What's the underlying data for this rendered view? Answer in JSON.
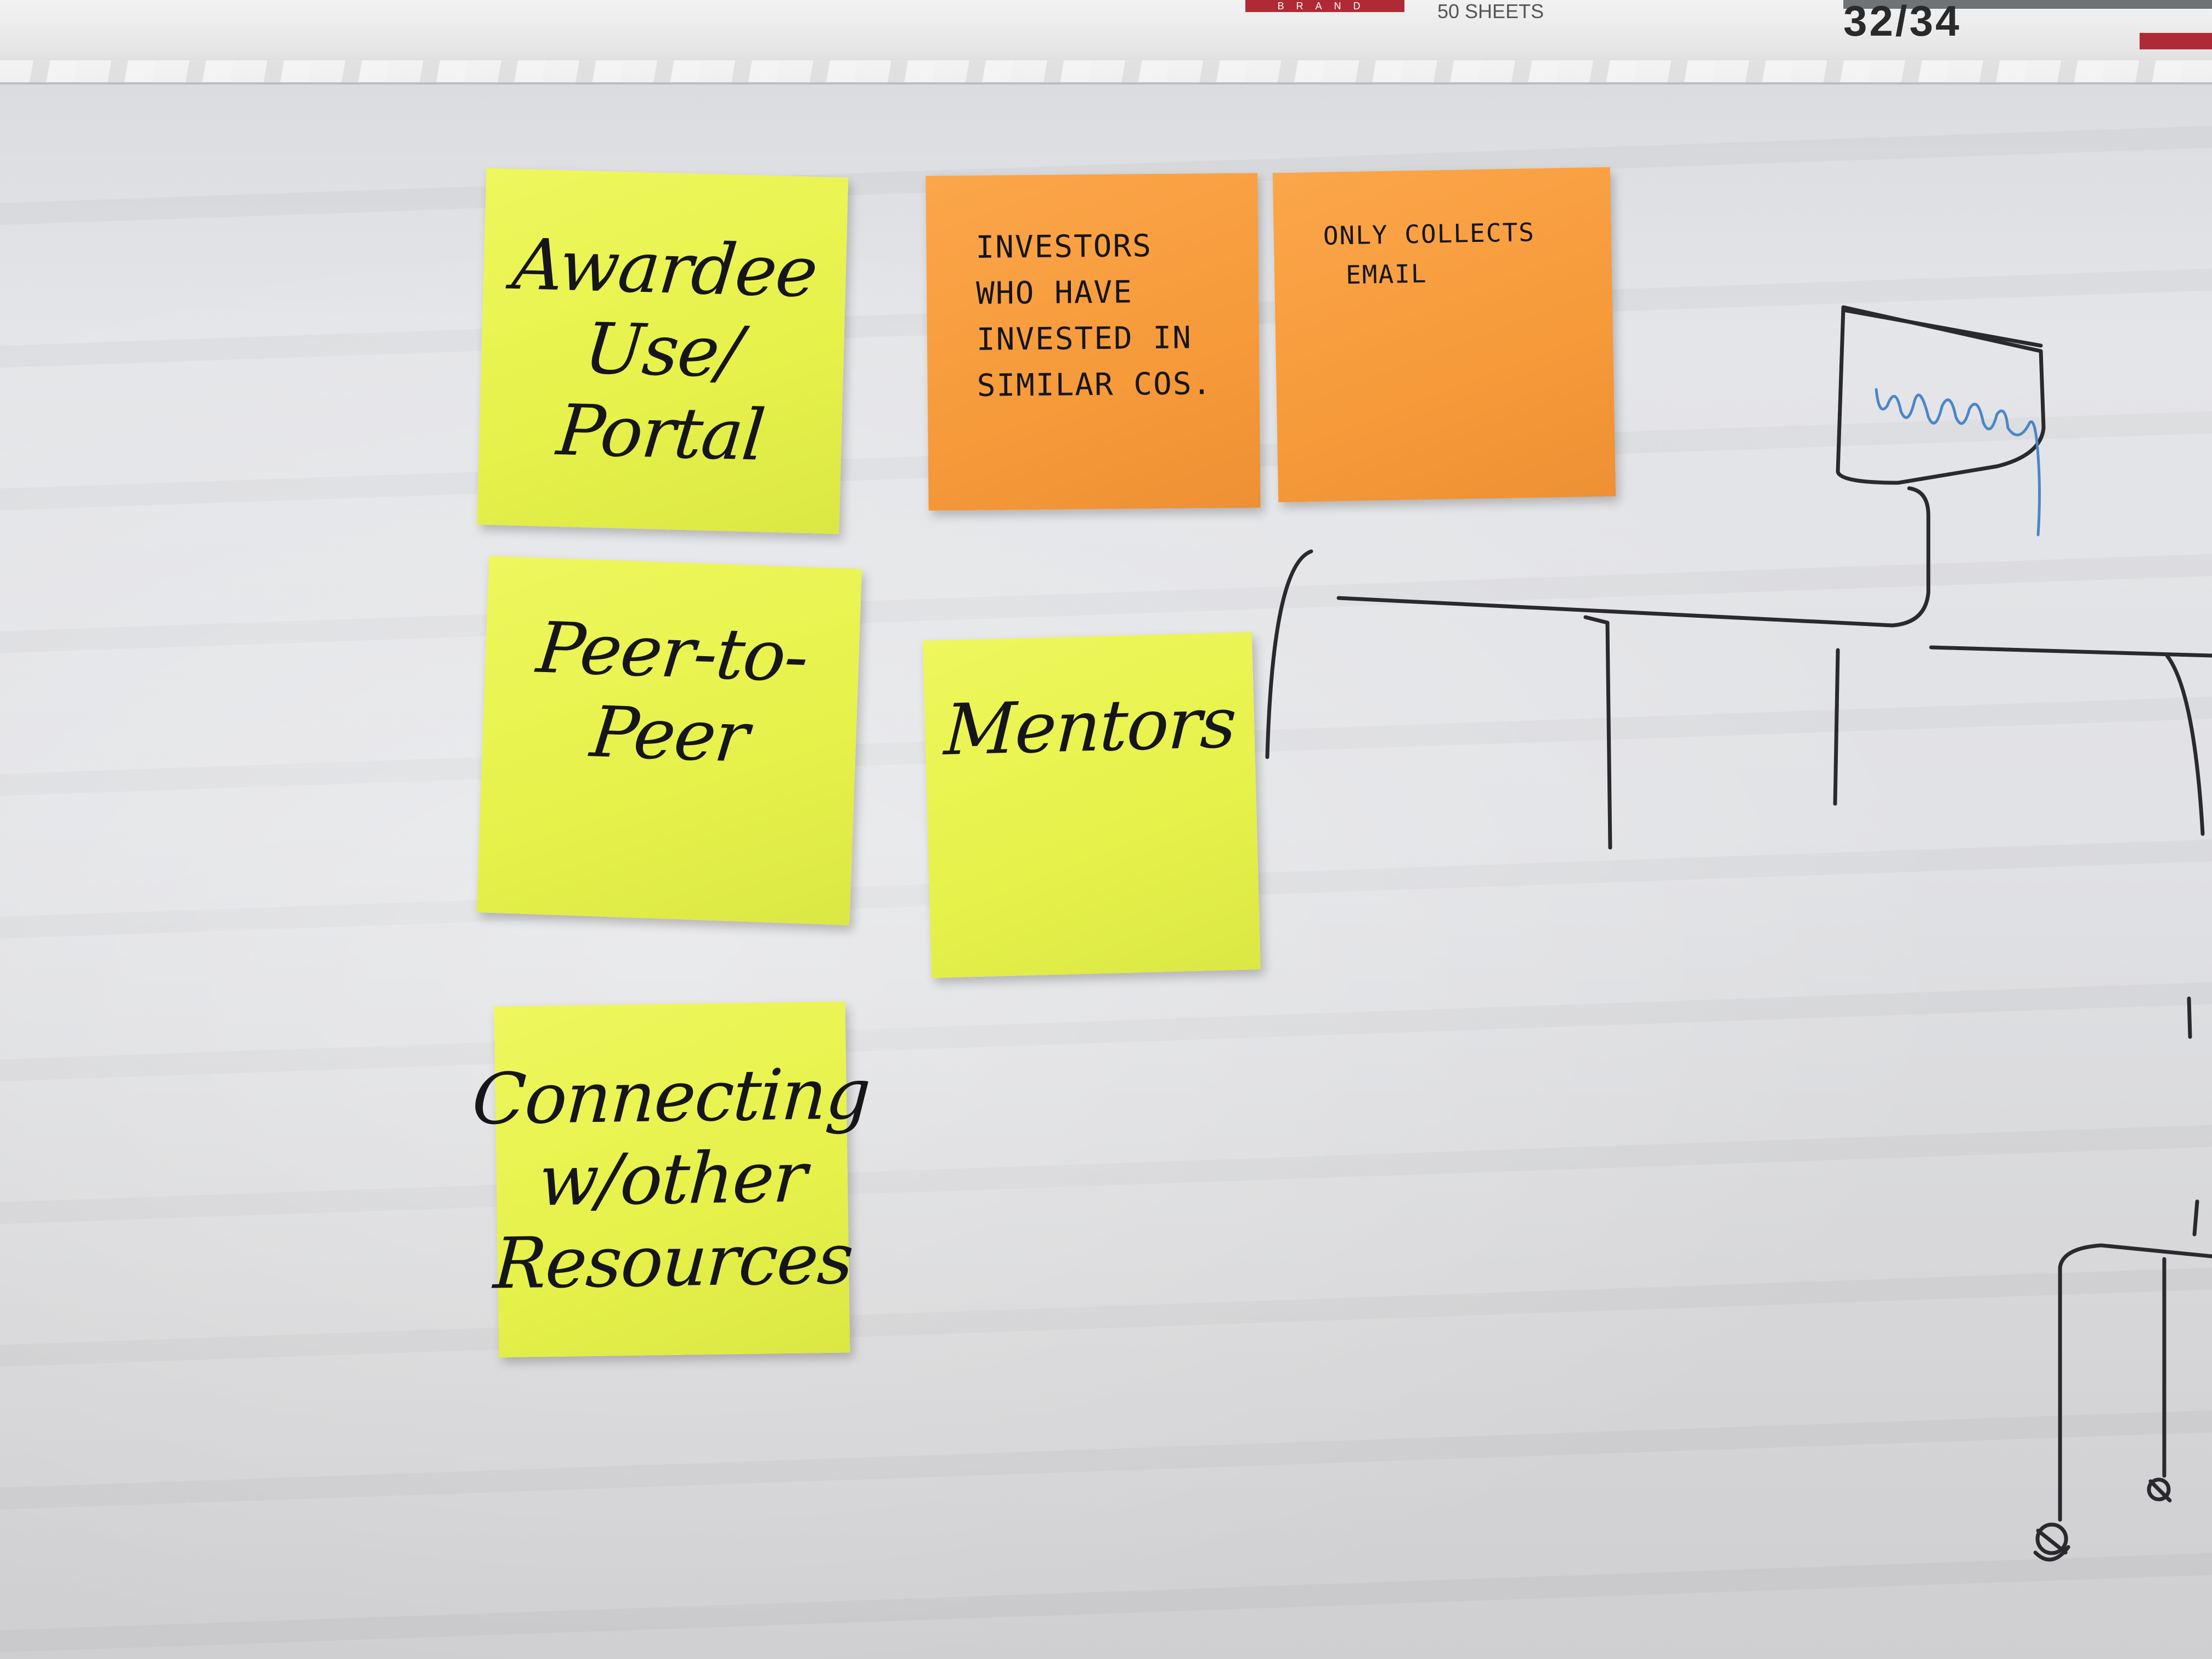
{
  "pad": {
    "brand_text": "BRAND",
    "sheets_label": "50 SHEETS",
    "size_label": "32/34"
  },
  "colors": {
    "yellow_note": "#e6f14a",
    "orange_note": "#f69a3a",
    "ink": "#15151a",
    "blue_ink": "#4a86c8"
  },
  "notes": [
    {
      "color": "yellow",
      "lines": [
        "Awardee",
        "Use/",
        "Portal"
      ]
    },
    {
      "color": "orange",
      "lines": [
        "INVESTORS",
        "WHO HAVE",
        "INVESTED IN",
        "SIMILAR COS."
      ]
    },
    {
      "color": "orange",
      "lines": [
        "ONLY COLLECTS",
        "EMAIL"
      ]
    },
    {
      "color": "yellow",
      "lines": [
        "Peer-to-",
        "Peer"
      ]
    },
    {
      "color": "yellow",
      "lines": [
        "Mentors"
      ]
    },
    {
      "color": "yellow",
      "lines": [
        "Connecting",
        "w/other",
        "Resources"
      ]
    }
  ]
}
